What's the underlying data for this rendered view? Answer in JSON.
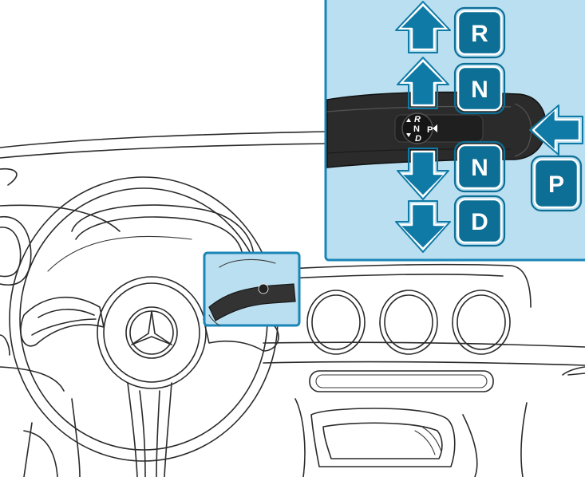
{
  "positions": {
    "reverse": "R",
    "neutral_up": "N",
    "neutral_down": "N",
    "drive": "D",
    "park": "P"
  },
  "knob": {
    "r": "R",
    "n": "N",
    "d": "D",
    "p": "P"
  },
  "colors": {
    "panel": "#b9dff0",
    "frame": "#1a86b8",
    "badge": "#0d6f96",
    "arrow": "#0f7aa6"
  }
}
